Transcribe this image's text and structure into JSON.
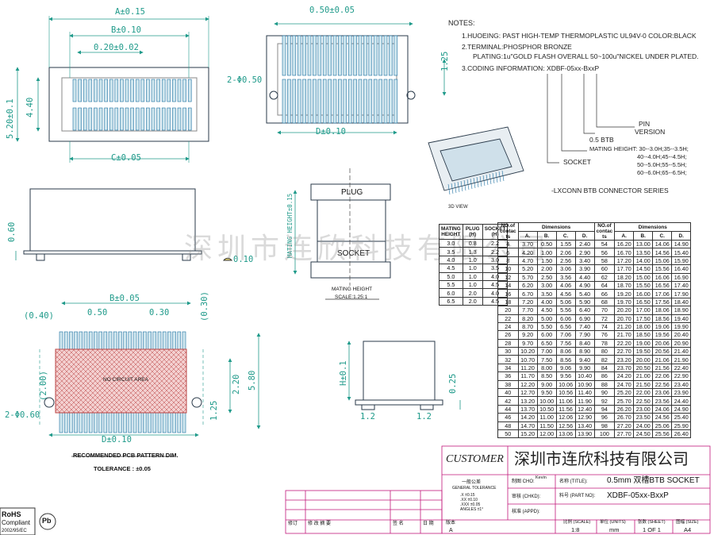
{
  "notes": {
    "heading": "NOTES:",
    "line1": "1.HUOEING: PAST HIGH-TEMP THERMOPLASTIC UL94V-0 COLOR:BLACK",
    "line2": "2.TERMINAL:PHOSPHOR BRONZE",
    "line3": "PLATING:1u\"GOLD FLASH OVERALL 50~100u\"NICKEL UNDER PLATED.",
    "line4": "3.CODING INFORMATION: XDBF-05xx-BxxP"
  },
  "coding": {
    "pin": "PIN",
    "version": "VERSION",
    "btb": "0.5 BTB",
    "mating_height": "MATING HEIGHT: 30--3.0H;35--3.5H;",
    "mh2": "40--4.0H;45--4.5H;",
    "mh3": "50--5.0H;55--5.5H;",
    "mh4": "60--6.0H;65--6.5H;",
    "socket": "SOCKET",
    "series": "-LXCONN BTB CONNECTOR SERIES",
    "view3d": "3D VIEW"
  },
  "dims": {
    "a": "A±0.15",
    "b": "B±0.10",
    "pitch_w": "0.20±0.02",
    "h520": "5.20±0.1",
    "h440": "4.40",
    "c": "C±0.05",
    "w050": "0.50±0.05",
    "d": "D±0.10",
    "h125": "1.25",
    "hole": "2-Φ0.50",
    "h060": "0.60",
    "flat": "0.10",
    "mating_height_v": "MATING HEIGHT±0.15",
    "plug": "PLUG",
    "socket": "SOCKET",
    "mating_height": "MATING HEIGHT",
    "scale": "SCALE:1.25:1",
    "h_sym": "H±0.1",
    "h025": "0.25",
    "w12a": "1.2",
    "w12b": "1.2"
  },
  "pcb": {
    "b": "B±0.05",
    "p050": "0.50",
    "p030": "0.30",
    "p040": "(0.40)",
    "p030v": "(0.30)",
    "no_circuit": "NO CIRCUIT AREA",
    "h200": "(2.00)",
    "h220": "2.20",
    "h580": "5.80",
    "h125": "1.25",
    "hole": "2-Φ0.60",
    "d": "D±0.10",
    "title": "RECOMMENDED PCB PATTERN DIM.",
    "tolerance": "TOLERANCE : ±0.05"
  },
  "watermark": "深圳市连欣科技有限公司",
  "table_small": {
    "headers": [
      "MATING HEIGHT",
      "PLUG (H)",
      "SOCKET (H)"
    ],
    "rows": [
      [
        "3.0",
        "0.8",
        "2.2"
      ],
      [
        "3.5",
        "1.3",
        "2.2"
      ],
      [
        "4.0",
        "1.0",
        "3.0"
      ],
      [
        "4.5",
        "1.0",
        "3.5"
      ],
      [
        "5.0",
        "1.0",
        "4.0"
      ],
      [
        "5.5",
        "1.0",
        "4.5"
      ],
      [
        "6.0",
        "2.0",
        "4.0"
      ],
      [
        "6.5",
        "2.0",
        "4.5"
      ]
    ]
  },
  "table_dims": {
    "col_no": "NO.of contac ts",
    "col_dims": "Dimensions",
    "letters": [
      "A.",
      "B.",
      "C.",
      "D."
    ],
    "left": [
      [
        "4",
        "3.70",
        "0.50",
        "1.55",
        "2.40"
      ],
      [
        "6",
        "4.20",
        "1.00",
        "2.06",
        "2.90"
      ],
      [
        "8",
        "4.70",
        "1.50",
        "2.56",
        "3.40"
      ],
      [
        "10",
        "5.20",
        "2.00",
        "3.06",
        "3.90"
      ],
      [
        "12",
        "5.70",
        "2.50",
        "3.56",
        "4.40"
      ],
      [
        "14",
        "6.20",
        "3.00",
        "4.06",
        "4.90"
      ],
      [
        "16",
        "6.70",
        "3.50",
        "4.56",
        "5.40"
      ],
      [
        "18",
        "7.20",
        "4.00",
        "5.06",
        "5.90"
      ],
      [
        "20",
        "7.70",
        "4.50",
        "5.56",
        "6.40"
      ],
      [
        "22",
        "8.20",
        "5.00",
        "6.06",
        "6.90"
      ],
      [
        "24",
        "8.70",
        "5.50",
        "6.56",
        "7.40"
      ],
      [
        "26",
        "9.20",
        "6.00",
        "7.06",
        "7.90"
      ],
      [
        "28",
        "9.70",
        "6.50",
        "7.56",
        "8.40"
      ],
      [
        "30",
        "10.20",
        "7.00",
        "8.06",
        "8.90"
      ],
      [
        "32",
        "10.70",
        "7.50",
        "8.56",
        "9.40"
      ],
      [
        "34",
        "11.20",
        "8.00",
        "9.06",
        "9.90"
      ],
      [
        "36",
        "11.70",
        "8.50",
        "9.56",
        "10.40"
      ],
      [
        "38",
        "12.20",
        "9.00",
        "10.06",
        "10.90"
      ],
      [
        "40",
        "12.70",
        "9.50",
        "10.56",
        "11.40"
      ],
      [
        "42",
        "13.20",
        "10.00",
        "11.06",
        "11.90"
      ],
      [
        "44",
        "13.70",
        "10.50",
        "11.56",
        "12.40"
      ],
      [
        "46",
        "14.20",
        "11.00",
        "12.06",
        "12.90"
      ],
      [
        "48",
        "14.70",
        "11.50",
        "12.56",
        "13.40"
      ],
      [
        "50",
        "15.20",
        "12.00",
        "13.06",
        "13.90"
      ]
    ],
    "right": [
      [
        "54",
        "16.20",
        "13.00",
        "14.06",
        "14.90"
      ],
      [
        "56",
        "16.70",
        "13.50",
        "14.56",
        "15.40"
      ],
      [
        "58",
        "17.20",
        "14.00",
        "15.06",
        "15.90"
      ],
      [
        "60",
        "17.70",
        "14.50",
        "15.56",
        "16.40"
      ],
      [
        "62",
        "18.20",
        "15.00",
        "16.06",
        "16.90"
      ],
      [
        "64",
        "18.70",
        "15.50",
        "16.56",
        "17.40"
      ],
      [
        "66",
        "19.20",
        "16.00",
        "17.06",
        "17.90"
      ],
      [
        "68",
        "19.70",
        "16.50",
        "17.56",
        "18.40"
      ],
      [
        "70",
        "20.20",
        "17.00",
        "18.06",
        "18.90"
      ],
      [
        "72",
        "20.70",
        "17.50",
        "18.56",
        "19.40"
      ],
      [
        "74",
        "21.20",
        "18.00",
        "19.06",
        "19.90"
      ],
      [
        "76",
        "21.70",
        "18.50",
        "19.56",
        "20.40"
      ],
      [
        "78",
        "22.20",
        "19.00",
        "20.06",
        "20.90"
      ],
      [
        "80",
        "22.70",
        "19.50",
        "20.56",
        "21.40"
      ],
      [
        "82",
        "23.20",
        "20.00",
        "21.06",
        "21.90"
      ],
      [
        "84",
        "23.70",
        "20.50",
        "21.56",
        "22.40"
      ],
      [
        "86",
        "24.20",
        "21.00",
        "22.06",
        "22.90"
      ],
      [
        "88",
        "24.70",
        "21.50",
        "22.56",
        "23.40"
      ],
      [
        "90",
        "25.20",
        "22.00",
        "23.06",
        "23.90"
      ],
      [
        "92",
        "25.70",
        "22.50",
        "23.56",
        "24.40"
      ],
      [
        "94",
        "26.20",
        "23.00",
        "24.06",
        "24.90"
      ],
      [
        "96",
        "26.70",
        "23.50",
        "24.56",
        "25.40"
      ],
      [
        "98",
        "27.20",
        "24.00",
        "25.06",
        "25.90"
      ],
      [
        "100",
        "27.70",
        "24.50",
        "25.56",
        "26.40"
      ]
    ]
  },
  "titleblock": {
    "customer": "CUSTOMER",
    "company": "深圳市连欣科技有限公司",
    "general_tol": "一般公差",
    "general_tol_en": "GENERAL TOLERANCE",
    "tol_rows": [
      ".X ±0.15",
      ".XX ±0.10",
      ".XXX ±0.05",
      "ANGLES ±1°"
    ],
    "drawn_label": "制图 CHO:",
    "drawn_name": "Kevin",
    "check_label": "审核 (CHKD):",
    "approve_label": "核准 (APPD):",
    "title_label": "名称 (TITLE):",
    "title_value": "0.5mm 双槽BTB SOCKET",
    "part_label": "料号 (PART NO):",
    "part_value": "XDBF-05xx-BxxP",
    "scale_label": "比例 (SCALE)",
    "scale_value": "1:8",
    "unit_label": "单位 (UNITS)",
    "unit_value": "mm",
    "sheet_label": "张数 (SHEET)",
    "sheet_value": "1 OF 1",
    "size_label": "图幅 (SIZE)",
    "size_value": "A4",
    "rev_cols": [
      "修订",
      "修 改 摘 要",
      "签 名",
      "日 期"
    ],
    "ver_label": "版本",
    "ver_value": "A",
    "rohs": "RoHS",
    "compliant": "Compliant",
    "rohs_code": "2002/95/EC",
    "pb": "Pb"
  }
}
